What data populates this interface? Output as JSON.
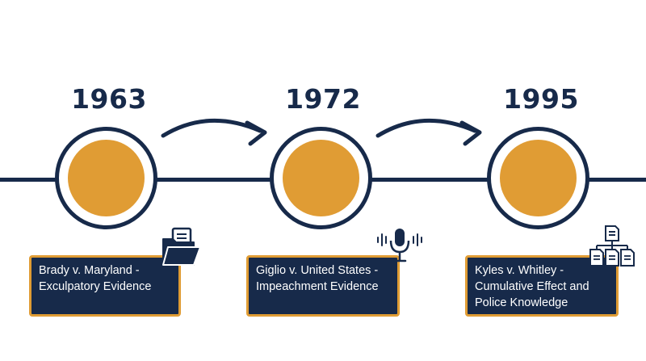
{
  "timeline": {
    "colors": {
      "navy": "#172a4a",
      "gold": "#e09c34",
      "background": "#ffffff"
    },
    "events": [
      {
        "year": "1963",
        "case": "Brady v. Maryland - Exculpatory Evidence",
        "icon": "folder-documents-icon"
      },
      {
        "year": "1972",
        "case": "Giglio v. United States - Impeachment Evidence",
        "icon": "microphone-icon"
      },
      {
        "year": "1995",
        "case": "Kyles v. Whitley - Cumulative Effect and Police Knowledge",
        "icon": "document-hierarchy-icon"
      }
    ]
  }
}
